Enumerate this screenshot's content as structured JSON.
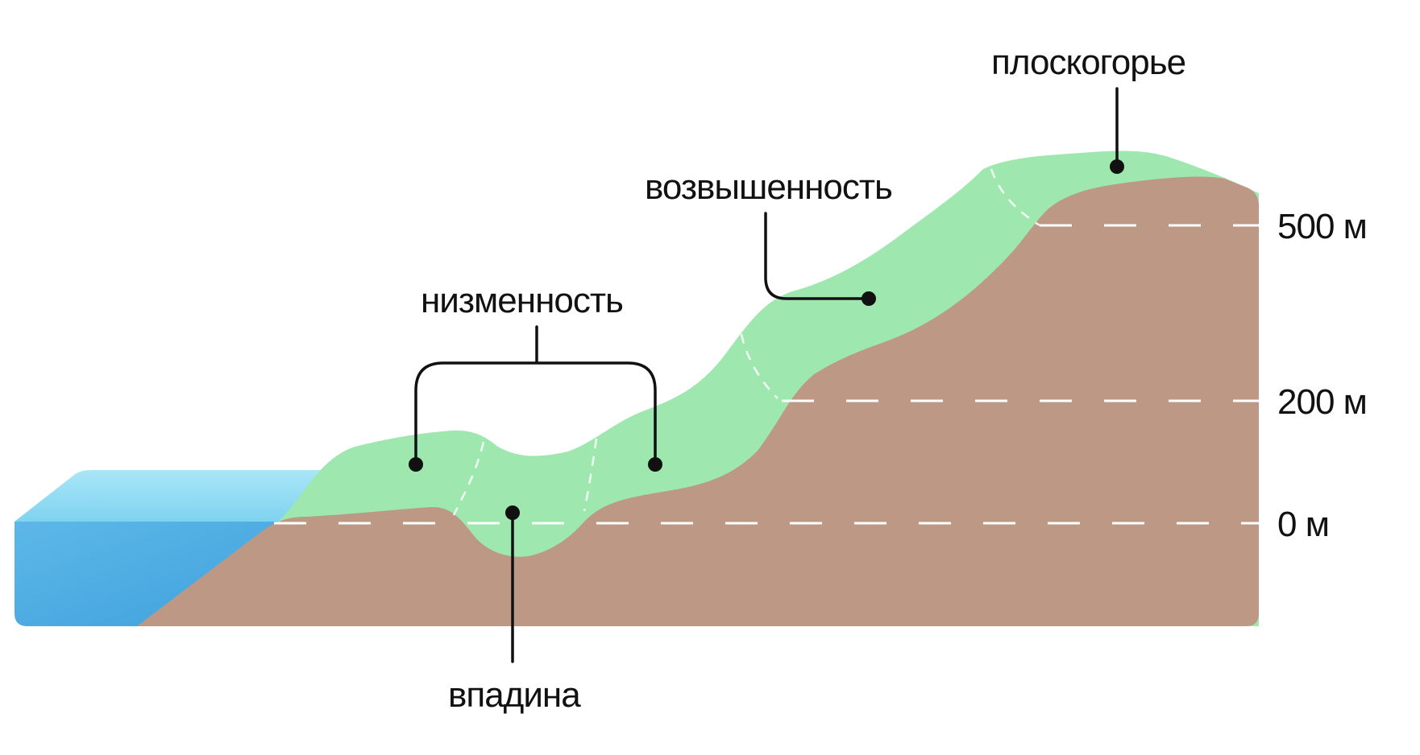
{
  "labels": {
    "plateau": "плоскогорье",
    "upland": "возвышенность",
    "lowland": "низменность",
    "depression": "впадина"
  },
  "levels": [
    {
      "label": "500 м"
    },
    {
      "label": "200 м"
    },
    {
      "label": "0 м"
    }
  ],
  "colors": {
    "water_top": "#8fdcf3",
    "water_front": "#4fb0e3",
    "vegetation": "#9ee8b0",
    "earth": "#bd9884",
    "leader": "#111111",
    "level_line": "#ffffff"
  }
}
